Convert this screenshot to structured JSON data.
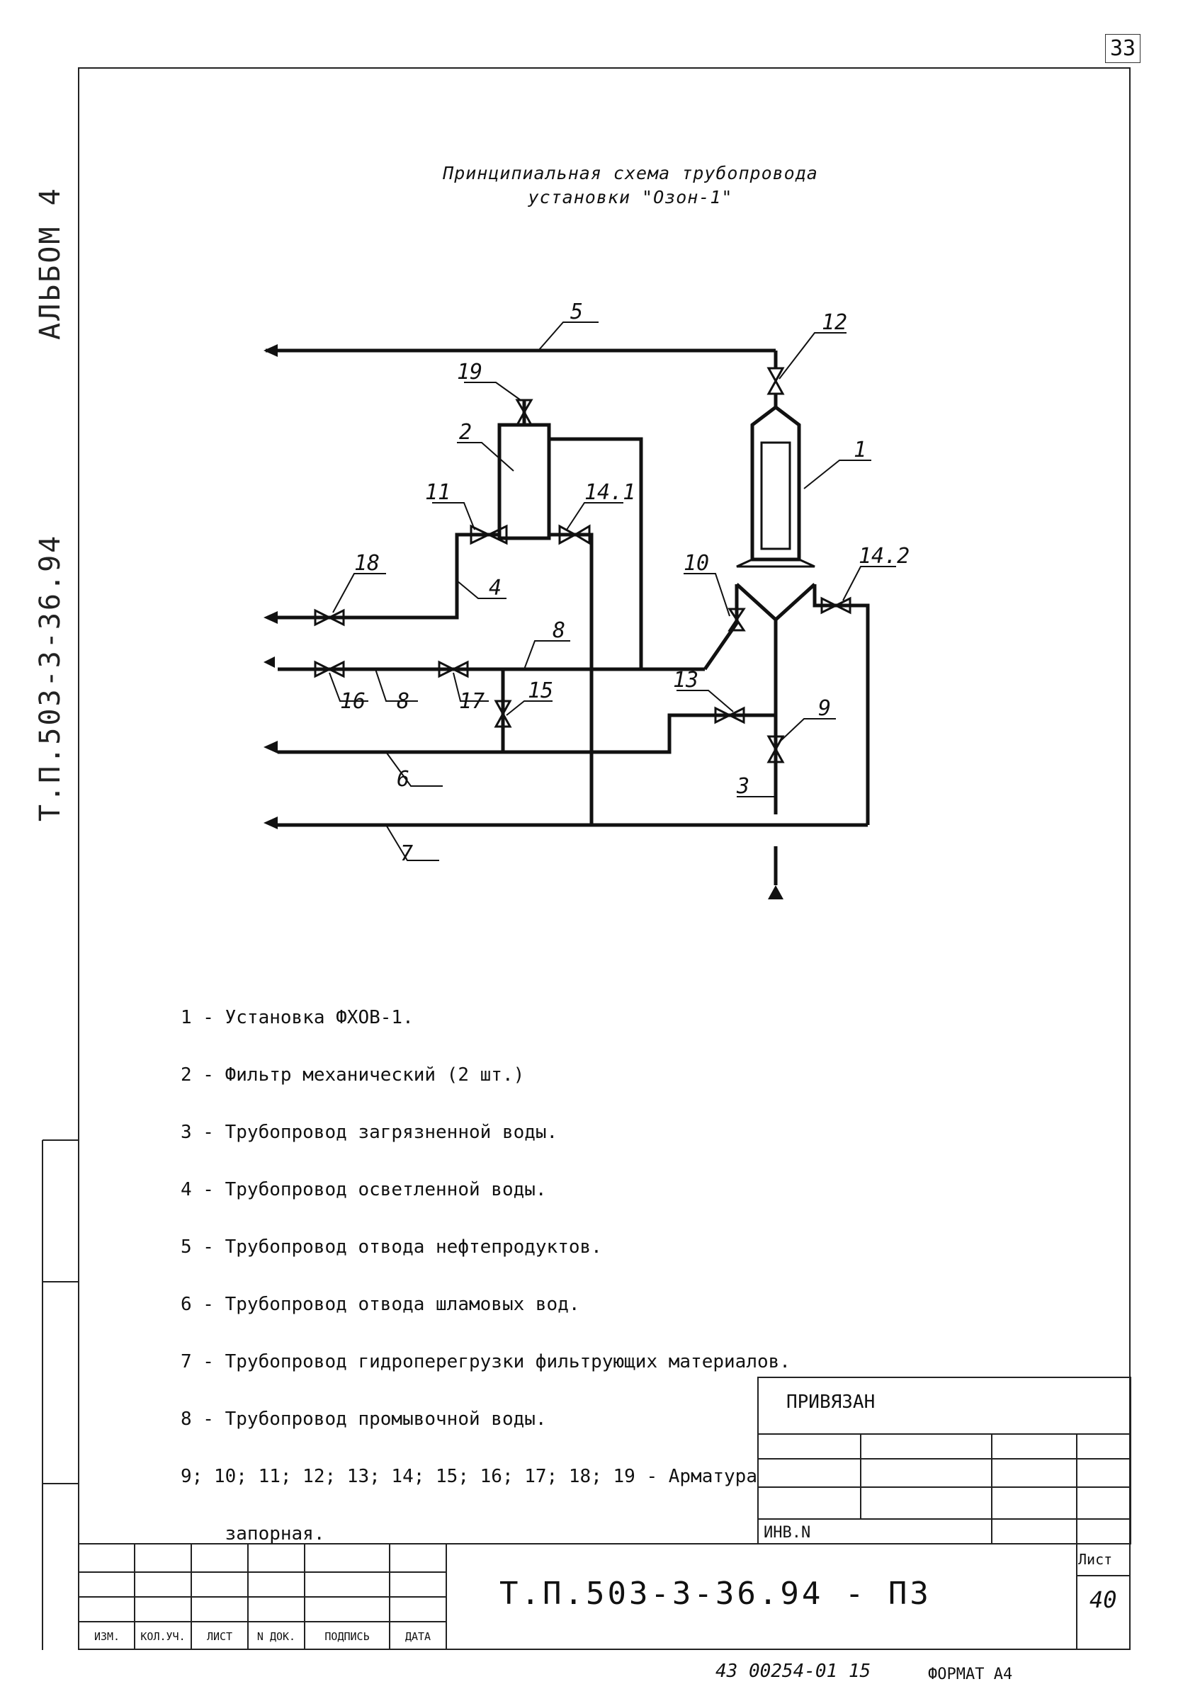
{
  "page_number": "33",
  "title_line1": "Принципиальная схема трубопровода",
  "title_line2": "установки \"Озон-1\"",
  "side_text_top": "АЛЬБОМ 4",
  "side_text_main": "Т.П.503-3-36.94",
  "diagram_labels": [
    "1",
    "2",
    "3",
    "4",
    "5",
    "6",
    "7",
    "8",
    "8",
    "9",
    "10",
    "11",
    "12",
    "13",
    "14.1",
    "14.2",
    "15",
    "16",
    "17",
    "18",
    "19"
  ],
  "legend": [
    "1 - Установка ФХОВ-1.",
    "2 - Фильтр механический (2 шт.)",
    "3 - Трубопровод загрязненной воды.",
    "4 - Трубопровод осветленной воды.",
    "5 - Трубопровод отвода нефтепродуктов.",
    "6 - Трубопровод отвода шламовых вод.",
    "7 - Трубопровод гидроперегрузки фильтрующих материалов.",
    "8 - Трубопровод промывочной воды.",
    "9; 10; 11; 12; 13; 14; 15; 16; 17; 18; 19 - Арматура",
    "    запорная."
  ],
  "stamp": {
    "privyazan": "ПРИВЯЗАН",
    "inv": "ИНВ.N",
    "code": "Т.П.503-3-36.94 - ПЗ",
    "sheet_label": "Лист",
    "sheet_number": "40",
    "columns": [
      "ИЗМ.",
      "КОЛ.УЧ.",
      "ЛИСТ",
      "N ДОК.",
      "ПОДПИСЬ",
      "ДАТА"
    ]
  },
  "bottom_handwritten": "43 00254-01 15",
  "format": "ФОРМАТ А4"
}
